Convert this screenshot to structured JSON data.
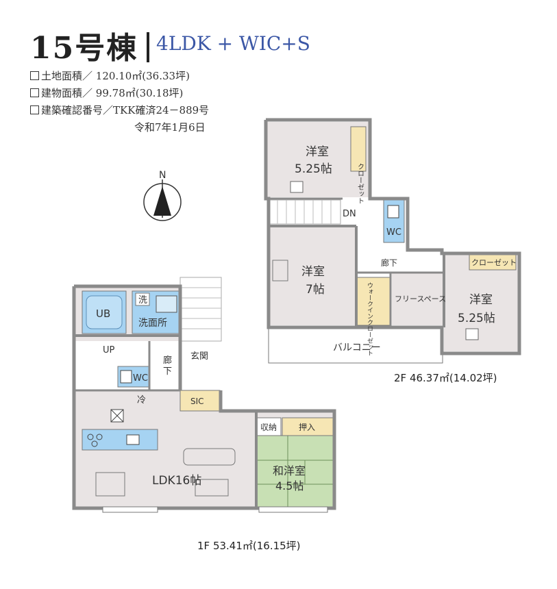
{
  "header": {
    "title": "15号棟",
    "type": "4LDK + WIC+S"
  },
  "specs": [
    {
      "label": "土地面積",
      "value": "120.10㎡(36.33坪)"
    },
    {
      "label": "建物面積",
      "value": "99.78㎡(30.18坪)"
    },
    {
      "label": "建築確認番号",
      "value": "TKK確済24－889号"
    }
  ],
  "spec_date": "令和7年1月6日",
  "compass": {
    "label": "N"
  },
  "floor1": {
    "area_label": "1F 53.41㎡(16.15坪)",
    "rooms": {
      "ub": "UB",
      "wash": "洗",
      "washroom": "洗面所",
      "up": "UP",
      "wc": "WC",
      "hall": "廊\n下",
      "entrance": "玄関",
      "sic": "SIC",
      "fridge": "冷",
      "ldk": "LDK16帖",
      "storage": "収納",
      "oshiire": "押入",
      "washitsu_name": "和洋室",
      "washitsu_size": "4.5帖"
    }
  },
  "floor2": {
    "area_label": "2F 46.37㎡(14.02坪)",
    "rooms": {
      "room1_name": "洋室",
      "room1_size": "5.25帖",
      "closet1": "クローゼット",
      "dn": "DN",
      "wc": "WC",
      "room2_name": "洋室",
      "room2_size": "7帖",
      "wic": "ウォークインクローゼット",
      "free_space": "フリースペース",
      "hall": "廊下",
      "closet3": "クローゼット",
      "room3_name": "洋室",
      "room3_size": "5.25帖",
      "balcony": "バルコニー"
    }
  },
  "colors": {
    "wall": "#8a8a8a",
    "room_fill": "#e9e4e4",
    "water_fill": "#a6d3f2",
    "closet_fill": "#f6e6b4",
    "tatami_fill": "#c8e0b4",
    "header_blue": "#3b57a6"
  }
}
